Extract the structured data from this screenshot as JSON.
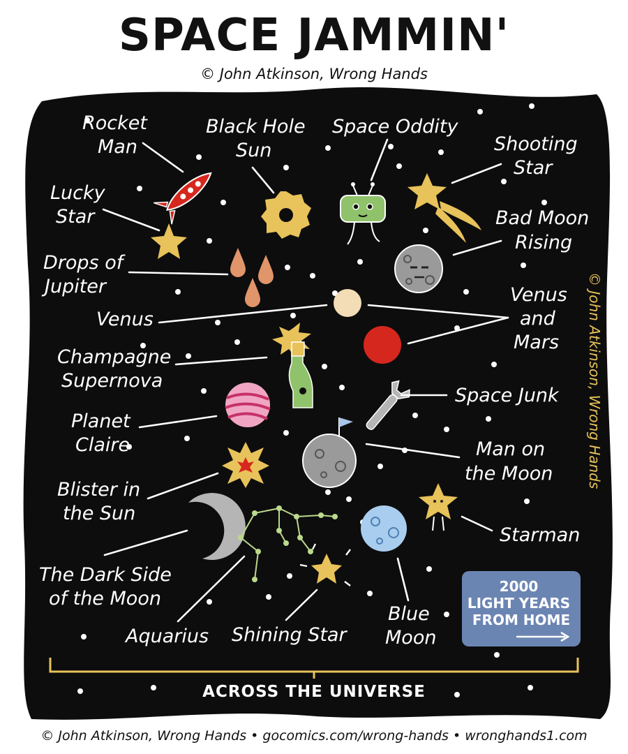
{
  "title": "SPACE JAMMIN'",
  "subtitle": "© John Atkinson, Wrong Hands",
  "side_credit": "© John Atkinson, Wrong Hands",
  "footer": "© John Atkinson, Wrong Hands • gocomics.com/wrong-hands • wronghands1.com",
  "labels": {
    "rocket_man": [
      "Rocket",
      "Man"
    ],
    "black_hole_sun": [
      "Black Hole",
      "Sun"
    ],
    "space_oddity": [
      "Space Oddity"
    ],
    "shooting_star": [
      "Shooting",
      "Star"
    ],
    "lucky_star": [
      "Lucky",
      "Star"
    ],
    "bad_moon_rising": [
      "Bad Moon",
      "Rising"
    ],
    "drops_of_jupiter": [
      "Drops of",
      "Jupiter"
    ],
    "venus": [
      "Venus"
    ],
    "venus_and_mars": [
      "Venus",
      "and",
      "Mars"
    ],
    "champagne_supernova": [
      "Champagne",
      "Supernova"
    ],
    "space_junk": [
      "Space Junk"
    ],
    "planet_claire": [
      "Planet",
      "Claire"
    ],
    "man_on_the_moon": [
      "Man on",
      "the Moon"
    ],
    "blister_in_the_sun": [
      "Blister in",
      "the Sun"
    ],
    "starman": [
      "Starman"
    ],
    "dark_side_of_the_moon": [
      "The Dark Side",
      "of the Moon"
    ],
    "aquarius": [
      "Aquarius"
    ],
    "shining_star": [
      "Shining Star"
    ],
    "blue_moon": [
      "Blue",
      "Moon"
    ]
  },
  "sign": [
    "2000",
    "LIGHT YEARS",
    "FROM HOME"
  ],
  "across_the_universe": "ACROSS THE UNIVERSE",
  "colors": {
    "space": "#0d0d0d",
    "gold": "#e8c25a",
    "red": "#d6271e",
    "sign": "#6b85b3"
  }
}
